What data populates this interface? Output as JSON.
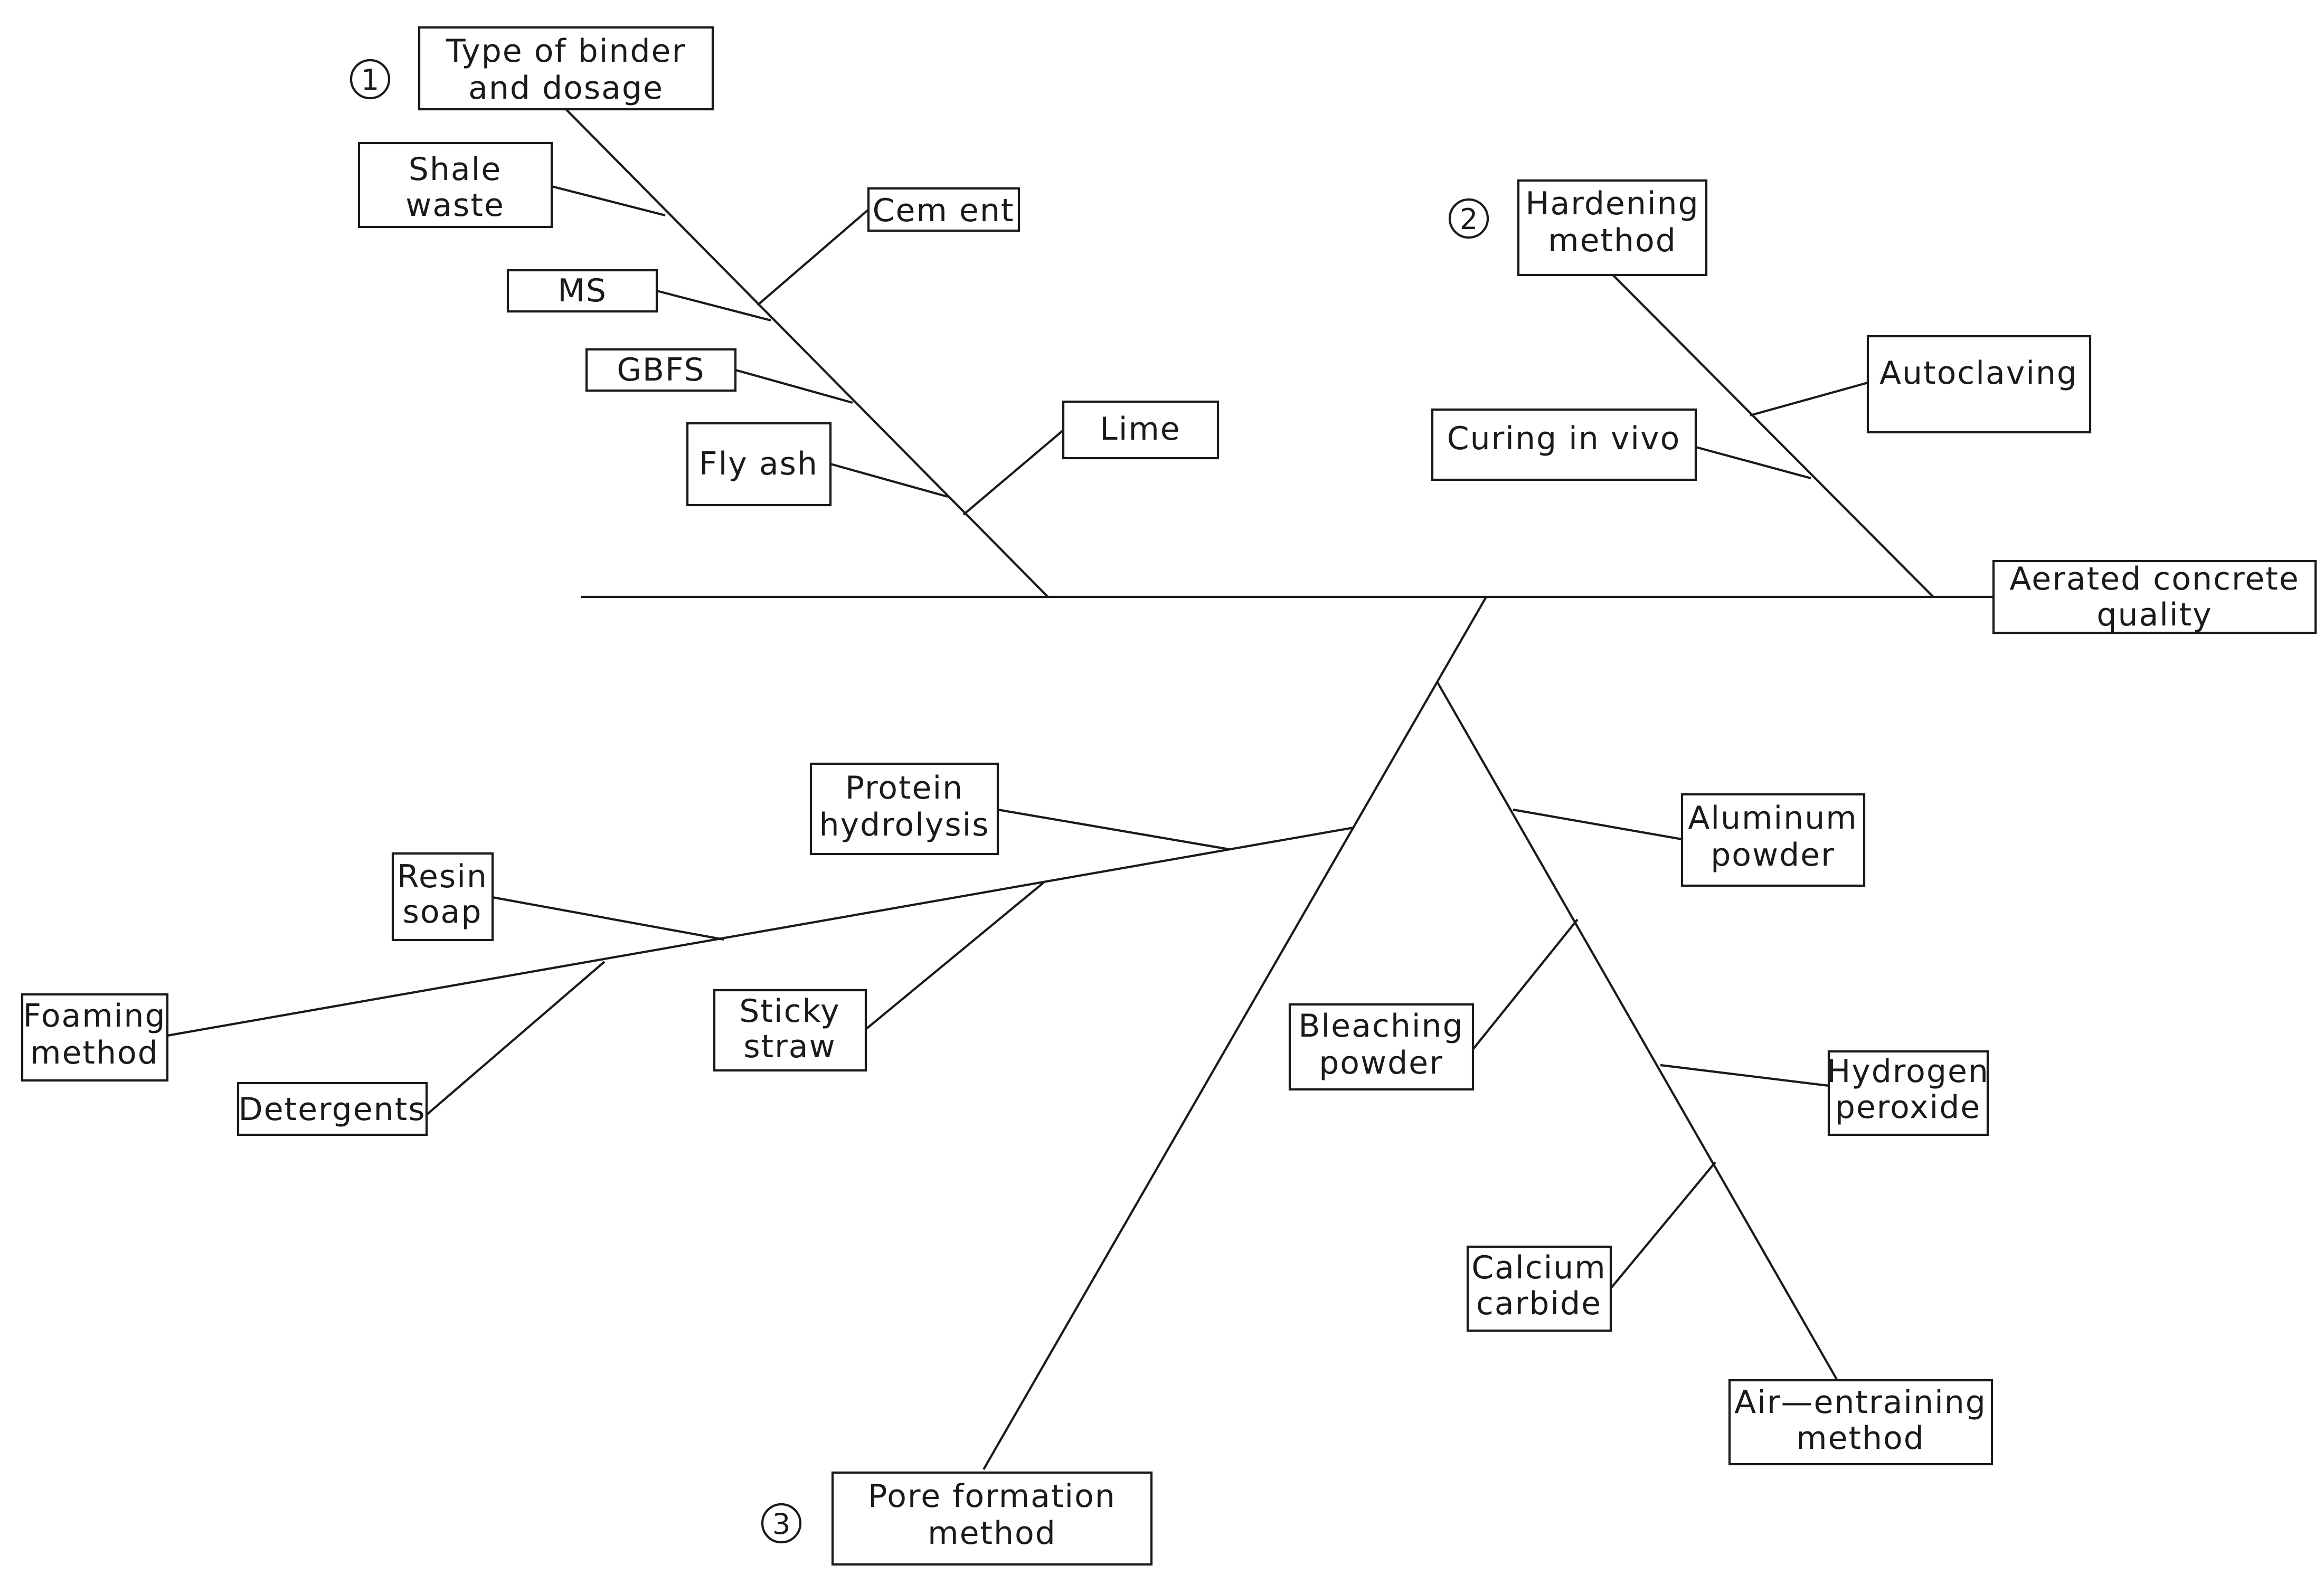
{
  "effect": {
    "line1": "Aerated concrete",
    "line2": "quality"
  },
  "categories": {
    "binder": {
      "number": "1",
      "title": {
        "line1": "Type of binder",
        "line2": "and dosage"
      },
      "causes": {
        "shale_waste": {
          "line1": "Shale",
          "line2": "waste"
        },
        "cement": {
          "line1": "Cem ent"
        },
        "ms": {
          "line1": "MS"
        },
        "gbfs": {
          "line1": "GBFS"
        },
        "fly_ash": {
          "line1": "Fly ash"
        },
        "lime": {
          "line1": "Lime"
        }
      }
    },
    "hardening": {
      "number": "2",
      "title": {
        "line1": "Hardening",
        "line2": "method"
      },
      "causes": {
        "autoclaving": {
          "line1": "Autoclaving"
        },
        "curing": {
          "line1": "Curing in vivo"
        }
      }
    },
    "pore": {
      "number": "3",
      "title": {
        "line1": "Pore formation",
        "line2": "method"
      },
      "foaming": {
        "title": {
          "line1": "Foaming",
          "line2": "method"
        },
        "causes": {
          "protein": {
            "line1": "Protein",
            "line2": "hydrolysis"
          },
          "resin": {
            "line1": "Resin",
            "line2": "soap"
          },
          "sticky": {
            "line1": "Sticky",
            "line2": "straw"
          },
          "detergents": {
            "line1": "Detergents"
          }
        }
      },
      "air_entraining": {
        "title": {
          "line1": "Air—entraining",
          "line2": "method"
        },
        "causes": {
          "aluminum": {
            "line1": "Aluminum",
            "line2": "powder"
          },
          "bleaching": {
            "line1": "Bleaching",
            "line2": "powder"
          },
          "hydrogen": {
            "line1": "Hydrogen",
            "line2": "peroxide"
          },
          "calcium": {
            "line1": "Calcium",
            "line2": "carbide"
          }
        }
      }
    }
  }
}
